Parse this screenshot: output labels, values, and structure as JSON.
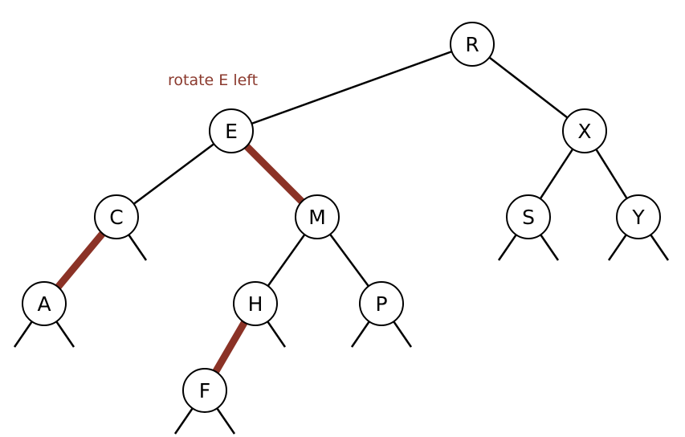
{
  "caption": "rotate E left",
  "colors": {
    "red_link": "#8b3226",
    "black_link": "#000000",
    "node_fill": "#ffffff"
  },
  "nodes": [
    "R",
    "E",
    "X",
    "C",
    "M",
    "S",
    "Y",
    "A",
    "H",
    "P",
    "F"
  ],
  "edges": [
    {
      "from": "R",
      "to": "E",
      "color": "black"
    },
    {
      "from": "R",
      "to": "X",
      "color": "black"
    },
    {
      "from": "E",
      "to": "C",
      "color": "black"
    },
    {
      "from": "E",
      "to": "M",
      "color": "red"
    },
    {
      "from": "C",
      "to": "A",
      "color": "red"
    },
    {
      "from": "M",
      "to": "H",
      "color": "black"
    },
    {
      "from": "M",
      "to": "P",
      "color": "black"
    },
    {
      "from": "H",
      "to": "F",
      "color": "red"
    },
    {
      "from": "X",
      "to": "S",
      "color": "black"
    },
    {
      "from": "X",
      "to": "Y",
      "color": "black"
    }
  ],
  "null_links": [
    {
      "node": "C",
      "side": "right"
    },
    {
      "node": "A",
      "side": "left"
    },
    {
      "node": "A",
      "side": "right"
    },
    {
      "node": "H",
      "side": "right"
    },
    {
      "node": "P",
      "side": "left"
    },
    {
      "node": "P",
      "side": "right"
    },
    {
      "node": "F",
      "side": "left"
    },
    {
      "node": "F",
      "side": "right"
    },
    {
      "node": "S",
      "side": "left"
    },
    {
      "node": "S",
      "side": "right"
    },
    {
      "node": "Y",
      "side": "left"
    },
    {
      "node": "Y",
      "side": "right"
    }
  ]
}
